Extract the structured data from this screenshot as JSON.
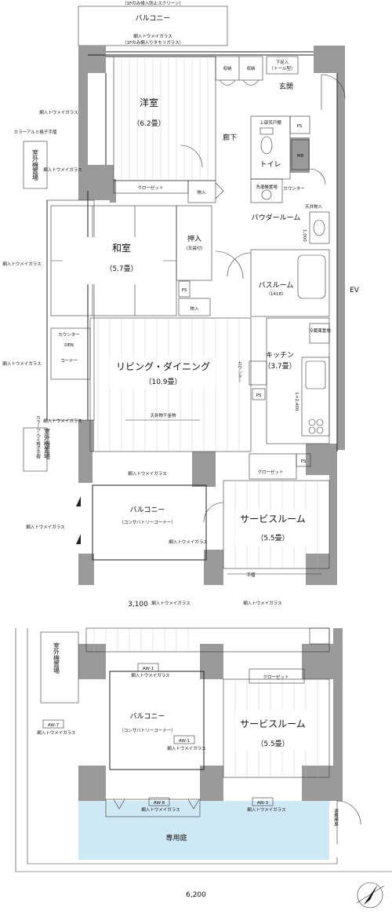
{
  "upper": {
    "balcony_top": "バルコニー",
    "balcony_top_note": "（1Fのみ侵入防止スクリーン）",
    "glass_top": "網入トウメイガラス",
    "glass_top_note": "（1Fのみ網入りタモリガラス）",
    "western_room": "洋室",
    "western_room_size": "（6.2畳）",
    "storage_1": "収納",
    "storage_2": "収納",
    "shoe_closet": "下足入",
    "shoe_closet_note": "（トール型）",
    "entrance": "玄関",
    "corridor": "廊下",
    "ps_1": "PS",
    "ps_2": "PS",
    "ps_3": "PS",
    "ps_4": "PS",
    "toilet_shelf": "上部吊戸棚",
    "toilet": "トイレ",
    "mb": "MB",
    "closet_1": "クローゼット",
    "storage_3": "物入",
    "storage_4": "物入",
    "laundry": "洗濯機置場",
    "counter_1": "カウンター",
    "powder_room": "パウダールーム",
    "ceiling_storage": "天井物入",
    "vanity_size": "1,000",
    "japanese_room": "和室",
    "japanese_room_size": "（5.7畳）",
    "oshiire": "押入",
    "oshiire_note": "（天袋付）",
    "bathroom": "バスルーム",
    "bathroom_size": "（1418）",
    "fridge": "冷蔵庫置場",
    "counter_2": "カウンター",
    "den": "DEN",
    "den_corner": "コーナー",
    "living": "リビング・ダイニング",
    "living_size": "（10.9畳）",
    "kitchen": "キッチン",
    "kitchen_size": "（3.7畳）",
    "kitchen_counter": "カウンター",
    "kitchen_length": "L=2,400",
    "ceiling_hanger": "天井物干金物",
    "outdoor_unit_1": "室外機置場",
    "outdoor_unit_2": "室外機置場",
    "color_railing_1": "カラーアルミ格子手摺",
    "color_railing_2": "カラーアルミ格子手摺",
    "glass_left_1": "網入トウメイガラス",
    "glass_left_2": "網入トウメイガラス",
    "glass_left_3": "網入トウメイガラス",
    "glass_left_4": "網入トウメイガラス",
    "glass_left_5": "網入トウメイガラス",
    "glass_left_6": "網入トウメイガラス",
    "ev": "EV",
    "closet_2": "クローゼット",
    "conservatory_balcony": "バルコニー",
    "conservatory_note": "（コンサバトリーコーナー）",
    "glass_cons_top": "網入トウメイガラス",
    "glass_cons_side": "網入トウメイガラス",
    "service_room": "サービスルーム",
    "service_room_size": "（5.5畳）",
    "handrail": "手摺",
    "dim_3100": "3,100",
    "glass_bottom_1": "網入トウメイガラス",
    "glass_bottom_2": "網入トウメイガラス"
  },
  "lower": {
    "outdoor_unit": "室外機置場",
    "aw1_top": "AW-1",
    "glass_1": "網入トウメイガラス",
    "closet": "クローゼット",
    "aw7": "AW-7",
    "glass_aw7": "網入トウメイガラス",
    "balcony": "バルコニー",
    "balcony_note": "（コンサバトリーコーナー）",
    "aw1_side": "AW-1",
    "glass_2": "網入トウメイガラス",
    "service_room": "サービスルーム",
    "service_room_size": "（5.5畳）",
    "aw8": "AW-8",
    "glass_aw8": "網入トウメイガラス",
    "aw3": "AW-3",
    "glass_aw3": "網入トウメイガラス",
    "private_garden": "専用庭",
    "gate": "避難開扉",
    "dim_6200": "6,200"
  },
  "colors": {
    "garden_fill": "#cfe8f5",
    "wall": "#9a9a9a"
  }
}
